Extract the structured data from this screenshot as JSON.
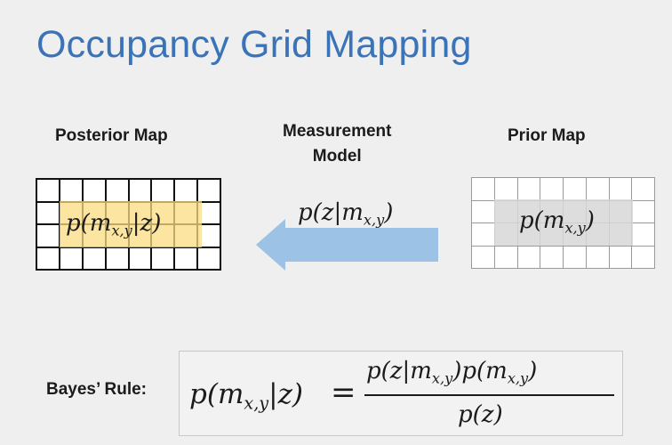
{
  "title": "Occupancy Grid Mapping",
  "posterior": {
    "label": "Posterior Map",
    "formula_p": "p(",
    "formula_m": "m",
    "formula_sub": "x,y",
    "formula_tail": "|z)",
    "grid_rows": 4,
    "grid_cols": 8,
    "highlight_color": "#f8d77a"
  },
  "measurement": {
    "label_line1": "Measurement",
    "label_line2": "Model",
    "formula_head": "p(z|",
    "formula_m": "m",
    "formula_sub": "x,y",
    "formula_tail": ")",
    "arrow_color": "#9cc3e6"
  },
  "prior": {
    "label": "Prior Map",
    "formula_p": "p(",
    "formula_m": "m",
    "formula_sub": "x,y",
    "formula_tail": ")",
    "grid_rows": 4,
    "grid_cols": 8
  },
  "bayes": {
    "label": "Bayes’ Rule:",
    "lhs_p": "p(",
    "lhs_m": "m",
    "lhs_sub": "x,y",
    "lhs_tail": "|z)",
    "equals": "=",
    "num_head": "p(z|",
    "num_m1": "m",
    "num_sub1": "x,y",
    "num_mid": ")p(",
    "num_m2": "m",
    "num_sub2": "x,y",
    "num_tail": ")",
    "denominator": "p(z)"
  },
  "colors": {
    "title": "#3b73b9",
    "background": "#efefef"
  }
}
